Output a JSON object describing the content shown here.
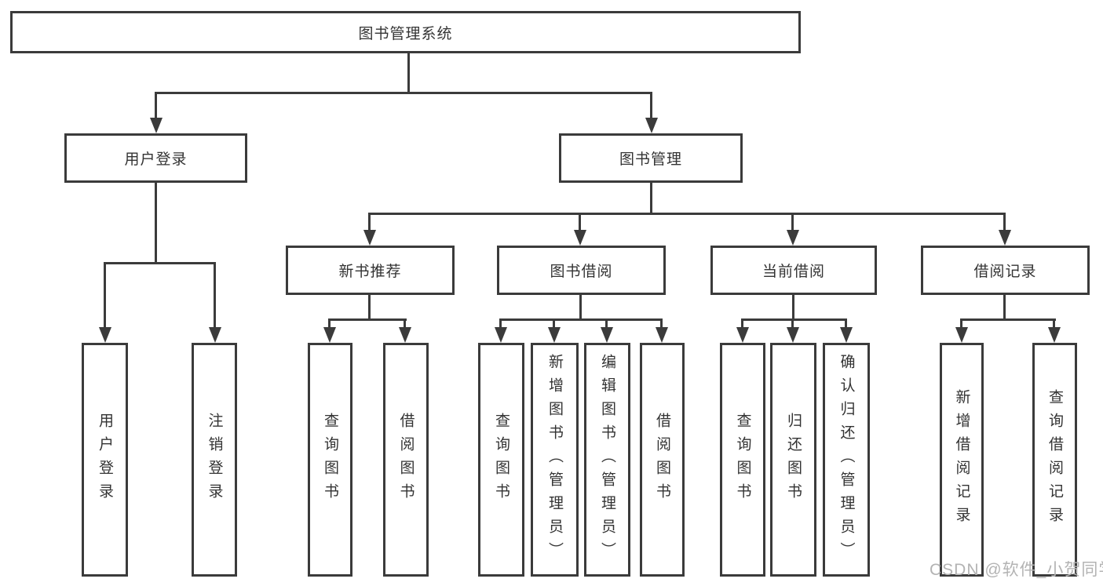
{
  "diagram_type": "hierarchy-tree",
  "tree": {
    "label": "图书管理系统",
    "children": [
      {
        "label": "用户登录",
        "children": [
          {
            "label": "用户登录"
          },
          {
            "label": "注销登录"
          }
        ]
      },
      {
        "label": "图书管理",
        "children": [
          {
            "label": "新书推荐",
            "children": [
              {
                "label": "查询图书"
              },
              {
                "label": "借阅图书"
              }
            ]
          },
          {
            "label": "图书借阅",
            "children": [
              {
                "label": "查询图书"
              },
              {
                "label": "新增图书（管理员）"
              },
              {
                "label": "编辑图书（管理员）"
              },
              {
                "label": "借阅图书"
              }
            ]
          },
          {
            "label": "当前借阅",
            "children": [
              {
                "label": "查询图书"
              },
              {
                "label": "归还图书"
              },
              {
                "label": "确认归还（管理员）"
              }
            ]
          },
          {
            "label": "借阅记录",
            "children": [
              {
                "label": "新增借阅记录"
              },
              {
                "label": "查询借阅记录"
              }
            ]
          }
        ]
      }
    ]
  },
  "watermark": {
    "text": "CSDN @软件_小贺同学"
  },
  "colors": {
    "line": "#3b3b3b",
    "text": "#333333",
    "watermark": "#b3b3b3",
    "background": "#ffffff"
  }
}
